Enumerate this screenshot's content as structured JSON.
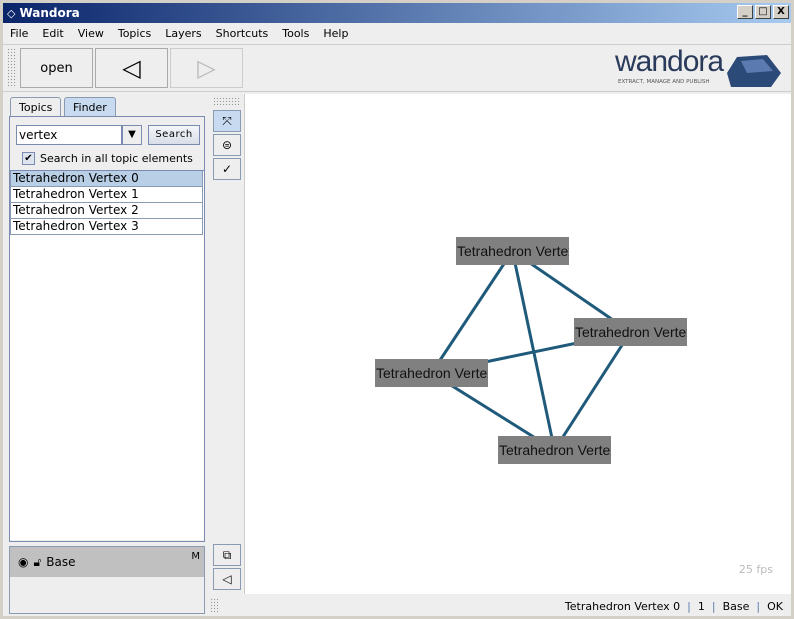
{
  "window": {
    "title": "Wandora",
    "minimize": "_",
    "maximize": "□",
    "close": "X"
  },
  "menu": [
    "File",
    "Edit",
    "View",
    "Topics",
    "Layers",
    "Shortcuts",
    "Tools",
    "Help"
  ],
  "toolbar": {
    "open": "open",
    "back": "◁",
    "forward": "▷"
  },
  "logo": {
    "name": "wandora",
    "tagline": "EXTRACT, MANAGE AND PUBLISH"
  },
  "tabs": [
    {
      "label": "Topics"
    },
    {
      "label": "Finder"
    }
  ],
  "finder": {
    "query": "vertex",
    "dropdown": "▼",
    "search_label": "Search",
    "checkbox_checked": true,
    "checkbox_label": "Search in all topic elements",
    "results": [
      "Tetrahedron Vertex 0",
      "Tetrahedron Vertex 1",
      "Tetrahedron Vertex 2",
      "Tetrahedron Vertex 3"
    ]
  },
  "layers": {
    "name": "Base",
    "mode": "M"
  },
  "graph": {
    "nodes": [
      {
        "id": "A",
        "label": "Tetrahedron Vertex"
      },
      {
        "id": "B",
        "label": "Tetrahedron Vertex"
      },
      {
        "id": "C",
        "label": "Tetrahedron Vertex"
      },
      {
        "id": "D",
        "label": "Tetrahedron Vertex"
      }
    ],
    "edges": [
      [
        "A",
        "B"
      ],
      [
        "A",
        "C"
      ],
      [
        "A",
        "D"
      ],
      [
        "B",
        "C"
      ],
      [
        "B",
        "D"
      ],
      [
        "C",
        "D"
      ]
    ],
    "edge_color": "#1f5a7a",
    "fps": "25 fps"
  },
  "status": {
    "topic": "Tetrahedron Vertex 0",
    "count": "1",
    "layer": "Base",
    "state": "OK"
  }
}
